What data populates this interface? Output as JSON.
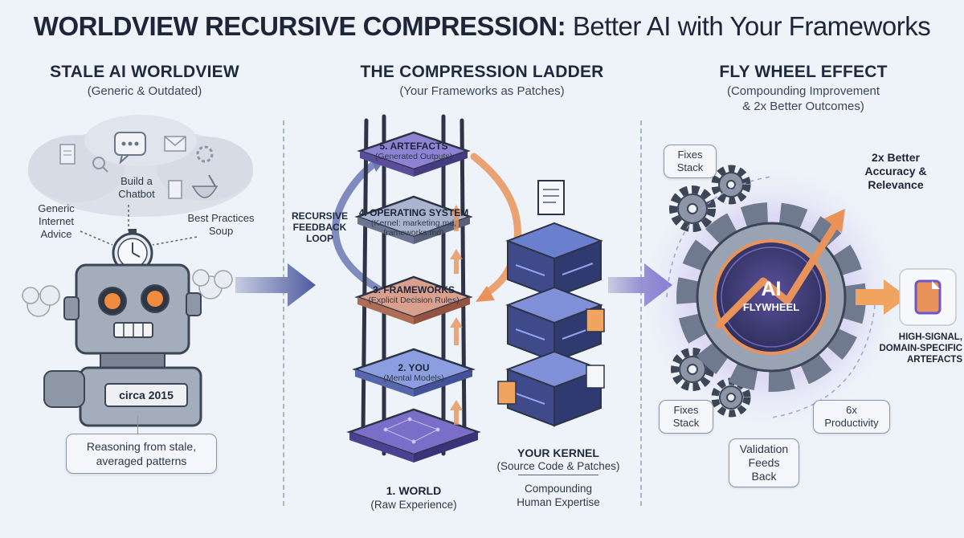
{
  "title": {
    "bold": "WORLDVIEW RECURSIVE COMPRESSION:",
    "rest": " Better AI with Your Frameworks"
  },
  "left": {
    "heading": "STALE AI WORLDVIEW",
    "subheading": "(Generic & Outdated)",
    "cloud_labels": {
      "generic": "Generic\nInternet\nAdvice",
      "chatbot": "Build a\nChatbot",
      "soup": "Best Practices\nSoup"
    },
    "badge": "circa 2015",
    "caption": "Reasoning from stale,\naveraged patterns"
  },
  "middle": {
    "heading": "THE COMPRESSION LADDER",
    "subheading": "(Your Frameworks as Patches)",
    "loop_label": "RECURSIVE\nFEEDBACK\nLOOP",
    "steps": [
      {
        "title": "5. ARTEFACTS",
        "sub": "(Generated Outputs)"
      },
      {
        "title": "4. OPERATING SYSTEM",
        "sub": "(Kernel: marketing.md,\nframeworks.md)"
      },
      {
        "title": "3. FRAMEWORKS",
        "sub": "(Explicit Decision Rules)"
      },
      {
        "title": "2. YOU",
        "sub": "(Mental Models)"
      },
      {
        "title": "1. WORLD",
        "sub": "(Raw Experience)"
      }
    ],
    "kernel_title": "YOUR KERNEL",
    "kernel_sub": "(Source Code & Patches)",
    "kernel_caption": "Compounding\nHuman Expertise"
  },
  "right": {
    "heading": "FLY WHEEL EFFECT",
    "subheading": "(Compounding Improvement\n& 2x Better Outcomes)",
    "fixes_top": "Fixes\nStack",
    "fixes_bottom": "Fixes\nStack",
    "validation": "Validation\nFeeds Back",
    "productivity": "6x\nProductivity",
    "accuracy": "2x Better\nAccuracy &\nRelevance",
    "gear_label_1": "AI",
    "gear_label_2": "FLYWHEEL",
    "output_label": "HIGH-SIGNAL,\nDOMAIN-SPECIFIC\nARTEFACTS"
  },
  "colors": {
    "blue": "#4a63c8",
    "orange": "#f08a3c",
    "purple": "#6b57c8",
    "gray": "#8f98a6"
  }
}
